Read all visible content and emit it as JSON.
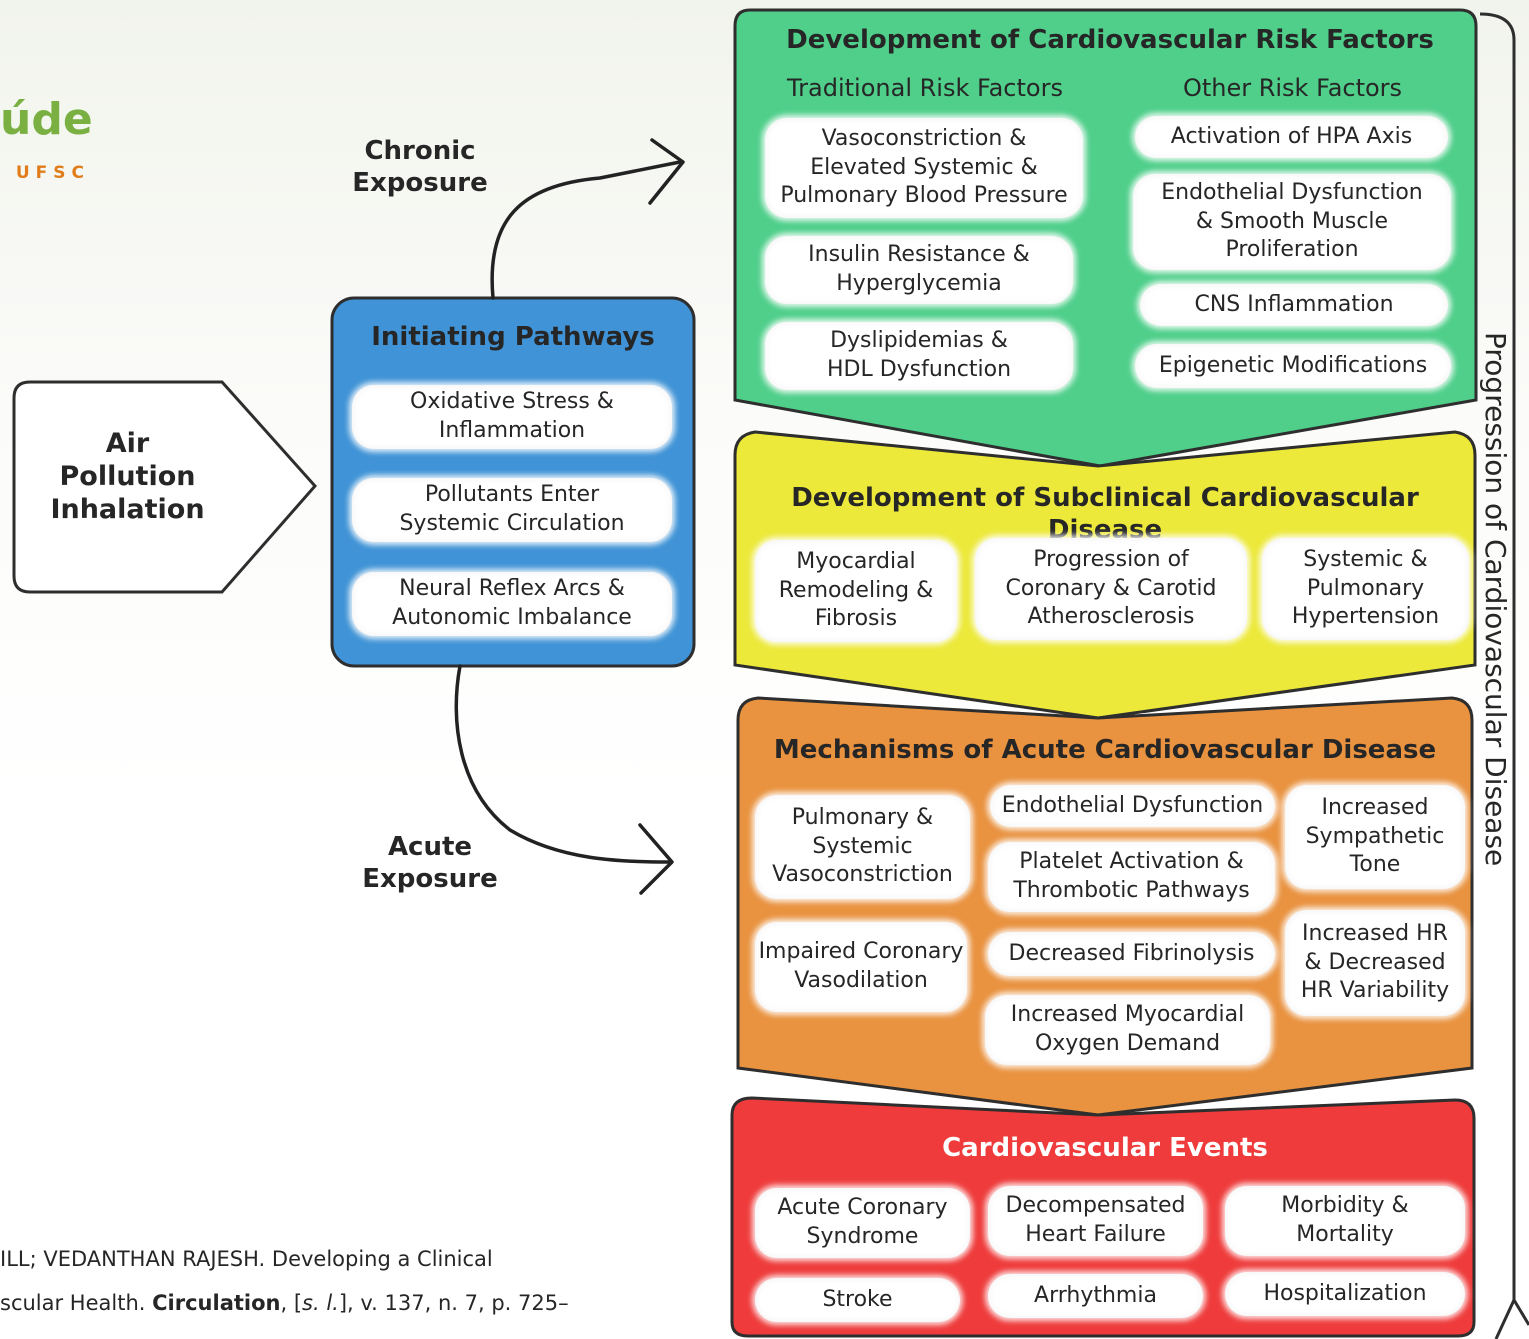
{
  "logo": {
    "word": "úde",
    "sub": "UFSC"
  },
  "input": {
    "label": "Air\nPollution\nInhalation"
  },
  "initiating": {
    "title": "Initiating Pathways",
    "items": [
      "Oxidative Stress &\nInflammation",
      "Pollutants Enter\nSystemic Circulation",
      "Neural Reflex Arcs &\nAutonomic Imbalance"
    ]
  },
  "chronic_label": "Chronic\nExposure",
  "acute_label": "Acute\nExposure",
  "risk_factors": {
    "title": "Development of Cardiovascular Risk Factors",
    "traditional_title": "Traditional Risk Factors",
    "other_title": "Other Risk Factors",
    "traditional": [
      "Vasoconstriction &\nElevated Systemic &\nPulmonary Blood Pressure",
      "Insulin Resistance &\nHyperglycemia",
      "Dyslipidemias &\nHDL Dysfunction"
    ],
    "other": [
      "Activation of HPA Axis",
      "Endothelial Dysfunction\n& Smooth Muscle\nProliferation",
      "CNS Inflammation",
      "Epigenetic Modifications"
    ]
  },
  "subclinical": {
    "title": "Development of Subclinical Cardiovascular Disease",
    "items": [
      "Myocardial\nRemodeling &\nFibrosis",
      "Progression of\nCoronary & Carotid\nAtherosclerosis",
      "Systemic &\nPulmonary\nHypertension"
    ]
  },
  "acute": {
    "title": "Mechanisms of Acute Cardiovascular Disease",
    "items": [
      "Pulmonary &\nSystemic\nVasoconstriction",
      "Endothelial Dysfunction",
      "Increased\nSympathetic\nTone",
      "Platelet Activation &\nThrombotic Pathways",
      "Impaired Coronary\nVasodilation",
      "Decreased Fibrinolysis",
      "Increased HR\n& Decreased\nHR Variability",
      "Increased Myocardial\nOxygen Demand"
    ]
  },
  "events": {
    "title": "Cardiovascular Events",
    "items": [
      "Acute Coronary\nSyndrome",
      "Decompensated\nHeart Failure",
      "Morbidity &\nMortality",
      "Stroke",
      "Arrhythmia",
      "Hospitalization"
    ]
  },
  "progression_label": "Progression of Cardiovascular Disease",
  "reference": {
    "line1": "ILL; VEDANTHAN RAJESH. Developing a Clinical",
    "line2_a": "scular Health. ",
    "line2_journal": "Circulation",
    "line2_b": ", [",
    "line2_sl": "s. l.",
    "line2_c": "], v. 137, n. 7, p. 725–"
  },
  "colors": {
    "green": "#4fcf8a",
    "yellow": "#ece93a",
    "orange": "#e9923f",
    "red": "#ef3b3b",
    "blue": "#3f93d6",
    "logo": "#7ab041",
    "logo_sub": "#e07d1a"
  }
}
